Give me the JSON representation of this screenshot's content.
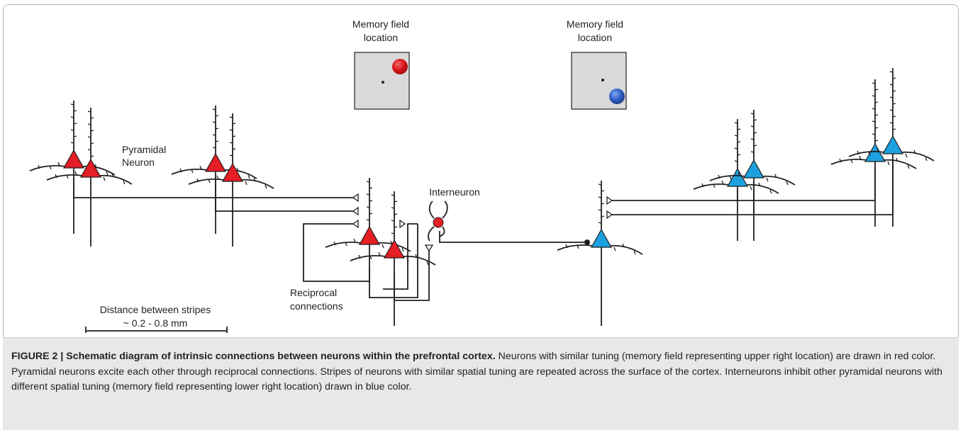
{
  "labels": {
    "memory_field_left_line1": "Memory field",
    "memory_field_left_line2": "location",
    "memory_field_right_line1": "Memory field",
    "memory_field_right_line2": "location",
    "pyramidal_line1": "Pyramidal",
    "pyramidal_line2": "Neuron",
    "interneuron": "Interneuron",
    "reciprocal_line1": "Reciprocal",
    "reciprocal_line2": "connections",
    "distance_line1": "Distance between stripes",
    "distance_line2": "~ 0.2 - 0.8 mm"
  },
  "colors": {
    "red_neuron": "#e31e24",
    "blue_neuron": "#1ba1de",
    "line": "#231f20",
    "field_box": "#d9d9d9",
    "caption_bg": "#e8e8e8"
  },
  "caption": {
    "title": "FIGURE 2 | Schematic diagram of intrinsic connections between neurons within the prefrontal cortex.",
    "body": " Neurons with similar tuning (memory field representing upper right location) are drawn in red color. Pyramidal neurons excite each other through reciprocal connections. Stripes of neurons with similar spatial tuning are repeated across the surface of the cortex. Interneurons inhibit other pyramidal neurons with different spatial tuning (memory field representing lower right location) drawn in blue color."
  }
}
